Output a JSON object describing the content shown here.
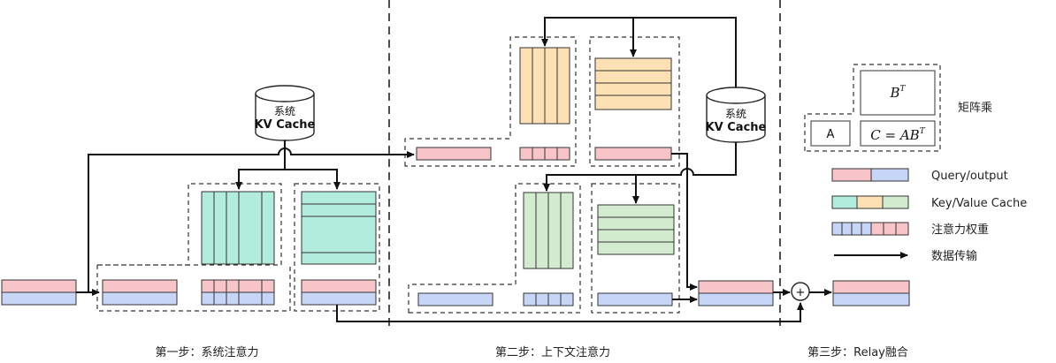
{
  "stages": [
    {
      "label": "第一步：系统注意力"
    },
    {
      "label": "第二步：上下文注意力"
    },
    {
      "label": "第三步：Relay融合"
    }
  ],
  "kv_cache": {
    "line1": "系统",
    "line2": "KV Cache"
  },
  "legend": {
    "matmul_label": "矩阵乘",
    "box_a": "A",
    "box_b": "B",
    "box_b_sup": "T",
    "formula": "C = AB",
    "formula_sup": "T",
    "query_output": "Query/output",
    "kv_cache": "Key/Value Cache",
    "attn_weight": "注意力权重",
    "data_transfer": "数据传输"
  },
  "colors": {
    "query": "#f7c5c9",
    "output": "#c7d6f7",
    "key_teal": "#b2ecdd",
    "value_orange": "#fde1b4",
    "value_green": "#d3ecd0",
    "line": "#111111"
  },
  "plus_symbol": "+"
}
